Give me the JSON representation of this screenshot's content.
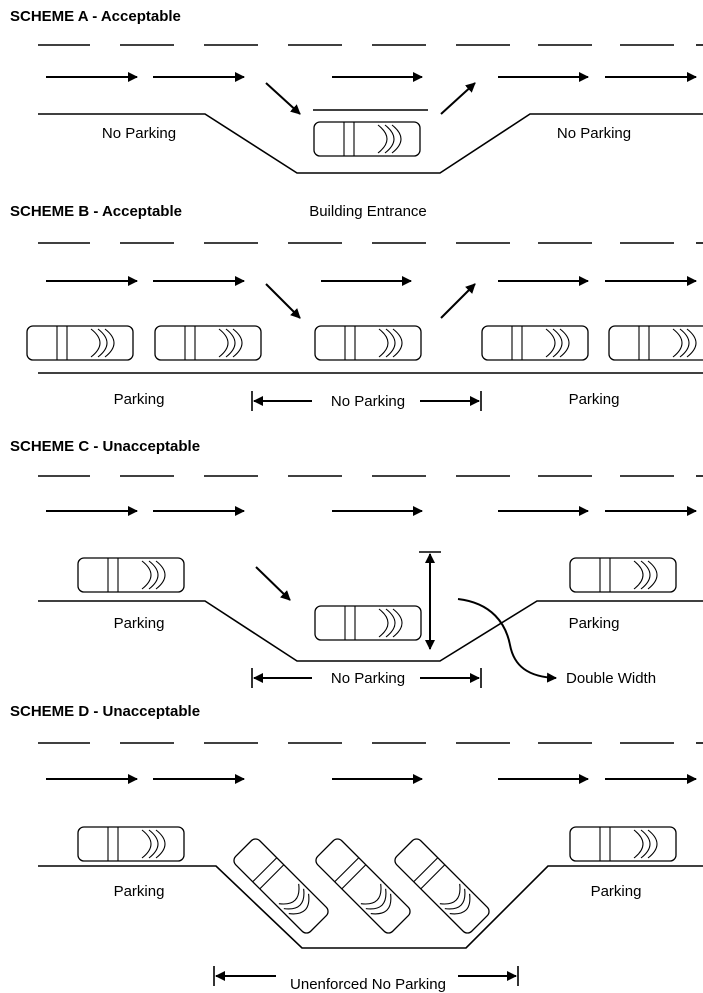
{
  "schemes": [
    {
      "id": "a",
      "title": "SCHEME A - Acceptable",
      "labels": [
        "No Parking",
        "No Parking"
      ]
    },
    {
      "id": "b",
      "title": "SCHEME B - Acceptable",
      "labels": [
        "Building Entrance",
        "Parking",
        "No Parking",
        "Parking"
      ]
    },
    {
      "id": "c",
      "title": "SCHEME C - Unacceptable",
      "labels": [
        "Parking",
        "Parking",
        "No Parking",
        "Double Width"
      ]
    },
    {
      "id": "d",
      "title": "SCHEME D - Unacceptable",
      "labels": [
        "Parking",
        "Parking",
        "Unenforced No Parking"
      ]
    }
  ]
}
